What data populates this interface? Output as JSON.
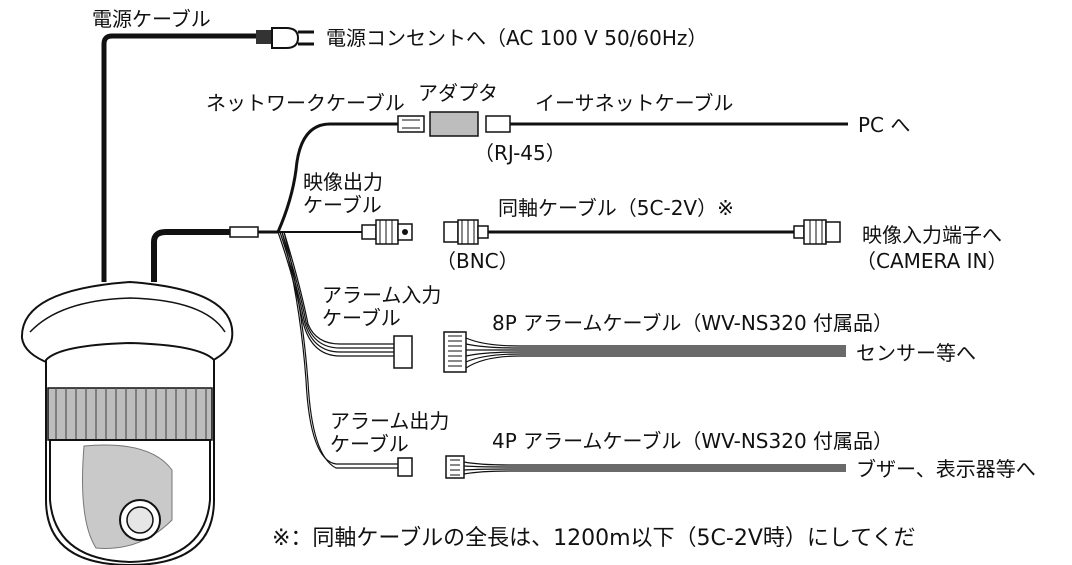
{
  "power": {
    "cable_label": "電源ケーブル",
    "outlet_label": "電源コンセントへ（AC 100 V 50/60Hz）"
  },
  "network": {
    "cable_label": "ネットワークケーブル",
    "adapter_label": "アダプタ",
    "ethernet_label": "イーサネットケーブル",
    "connector_label": "（RJ-45）",
    "destination": "PC へ"
  },
  "video": {
    "cable_label_line1": "映像出力",
    "cable_label_line2": "ケーブル",
    "coax_label": "同軸ケーブル（5C-2V）※",
    "bnc_label": "（BNC）",
    "destination_line1": "映像入力端子へ",
    "destination_line2": "（CAMERA IN）"
  },
  "alarm_in": {
    "cable_label_line1": "アラーム入力",
    "cable_label_line2": "ケーブル",
    "accessory_label": "8P アラームケーブル（WV-NS320 付属品）",
    "destination": "センサー等へ"
  },
  "alarm_out": {
    "cable_label_line1": "アラーム出力",
    "cable_label_line2": "ケーブル",
    "accessory_label": "4P アラームケーブル（WV-NS320 付属品）",
    "destination": "ブザー、表示器等へ"
  },
  "footnote": "※：同軸ケーブルの全長は、1200m以下（5C-2V時）にしてくだ"
}
